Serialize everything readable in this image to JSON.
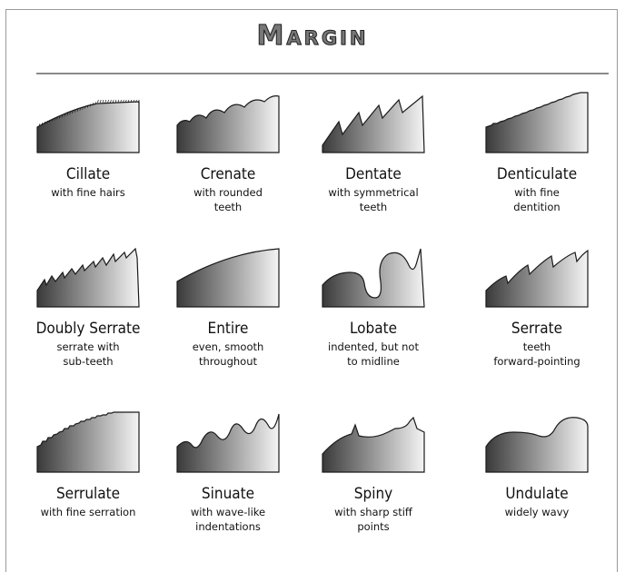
{
  "title": "Margin",
  "items": [
    {
      "name": "Cillate",
      "desc": "with fine hairs",
      "icon": "cillate-margin-icon"
    },
    {
      "name": "Crenate",
      "desc": "with rounded\nteeth",
      "icon": "crenate-margin-icon"
    },
    {
      "name": "Dentate",
      "desc": "with symmetrical\nteeth",
      "icon": "dentate-margin-icon"
    },
    {
      "name": "Denticulate",
      "desc": "with fine\ndentition",
      "icon": "denticulate-margin-icon"
    },
    {
      "name": "Doubly Serrate",
      "desc": "serrate with\nsub-teeth",
      "icon": "doubly-serrate-margin-icon"
    },
    {
      "name": "Entire",
      "desc": "even, smooth\nthroughout",
      "icon": "entire-margin-icon"
    },
    {
      "name": "Lobate",
      "desc": "indented, but not\nto midline",
      "icon": "lobate-margin-icon"
    },
    {
      "name": "Serrate",
      "desc": "teeth\nforward-pointing",
      "icon": "serrate-margin-icon"
    },
    {
      "name": "Serrulate",
      "desc": "with fine serration",
      "icon": "serrulate-margin-icon"
    },
    {
      "name": "Sinuate",
      "desc": "with wave-like\nindentations",
      "icon": "sinuate-margin-icon"
    },
    {
      "name": "Spiny",
      "desc": "with sharp stiff\npoints",
      "icon": "spiny-margin-icon"
    },
    {
      "name": "Undulate",
      "desc": "widely wavy",
      "icon": "undulate-margin-icon"
    }
  ],
  "colors": {
    "shape_dark": "#3a3a3a",
    "shape_light": "#f4f4f4",
    "outline": "#1a1a1a"
  }
}
